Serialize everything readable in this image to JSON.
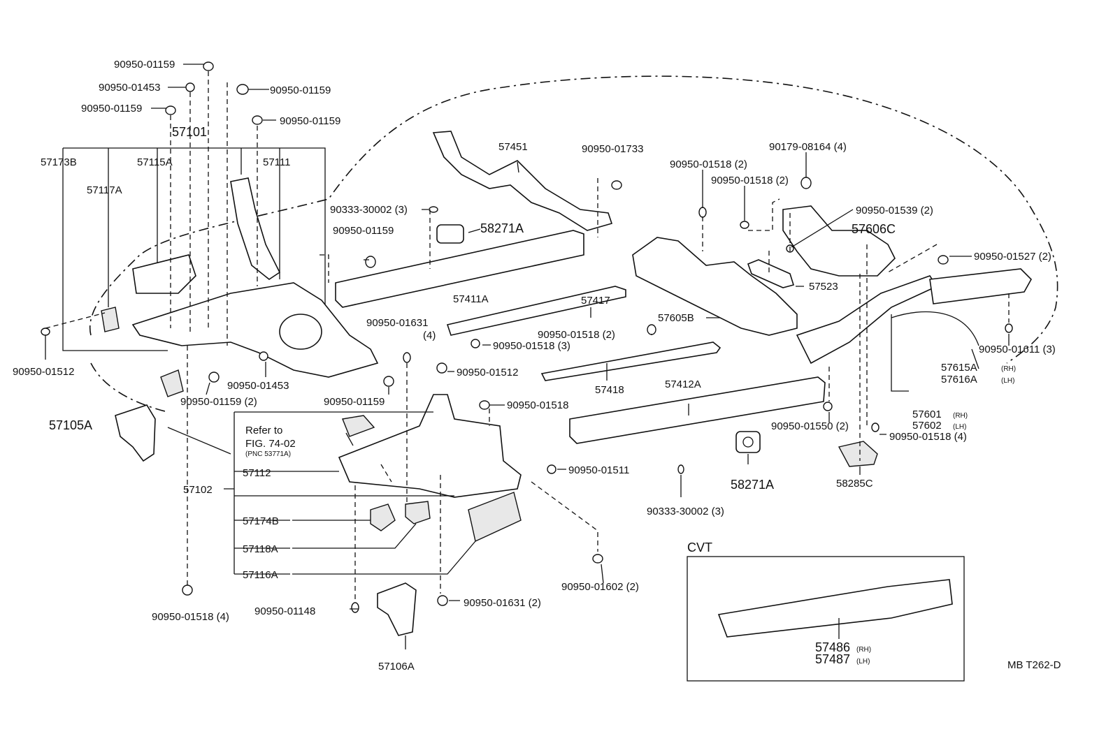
{
  "labels": {
    "l01": "90950-01159",
    "l02": "90950-01453",
    "l03": "90950-01159",
    "l04": "90950-01159",
    "l05": "90950-01159",
    "l06": "57101",
    "l07": "57173B",
    "l08": "57115A",
    "l09": "57111",
    "l10": "57117A",
    "l11": "90950-01512",
    "l12": "57105A",
    "l13": "90950-01159 (2)",
    "l14": "90950-01453",
    "l15": "90950-01159",
    "l16": "57451",
    "l17": "90950-01733",
    "l18": "90333-30002 (3)",
    "l19": "90950-01159",
    "l20": "58271A",
    "l21": "57411A",
    "l22": "57417",
    "l23": "90950-01631",
    "l24": "(4)",
    "l25": "90950-01518 (3)",
    "l26": "90950-01512",
    "l27": "57418",
    "l28": "90950-01518 (2)",
    "l29": "90950-01518 (2)",
    "l30": "90950-01518 (2)",
    "l31": "90179-08164 (4)",
    "l32": "90950-01539 (2)",
    "l33": "57606C",
    "l34": "57523",
    "l35": "57605B",
    "l36": "90950-01527 (2)",
    "l37": "90950-01611 (3)",
    "l38": "57615A",
    "l39": "57616A",
    "l40": "57601",
    "l41": "57602",
    "l42": "90950-01518 (4)",
    "l43": "90950-01550 (2)",
    "l44": "58285C",
    "l45": "57412A",
    "l46": "90950-01518",
    "l47": "Refer to",
    "l48": "FIG. 74-02",
    "l49": "(PNC 53771A)",
    "l50": "57112",
    "l51": "57102",
    "l52": "57174B",
    "l53": "57118A",
    "l54": "57116A",
    "l55": "90950-01511",
    "l56": "58271A",
    "l57": "90333-30002 (3)",
    "l58": "90950-01602 (2)",
    "l59": "90950-01631 (2)",
    "l60": "90950-01148",
    "l61": "90950-01518 (4)",
    "l62": "57106A",
    "l63": "CVT",
    "l64": "57486",
    "l65": "57487",
    "l66": "MB T262-D",
    "rh1": "(RH)",
    "lh1": "(LH)",
    "rh2": "(RH)",
    "lh2": "(LH)",
    "rh3": "(RH)",
    "lh3": "(LH)"
  }
}
